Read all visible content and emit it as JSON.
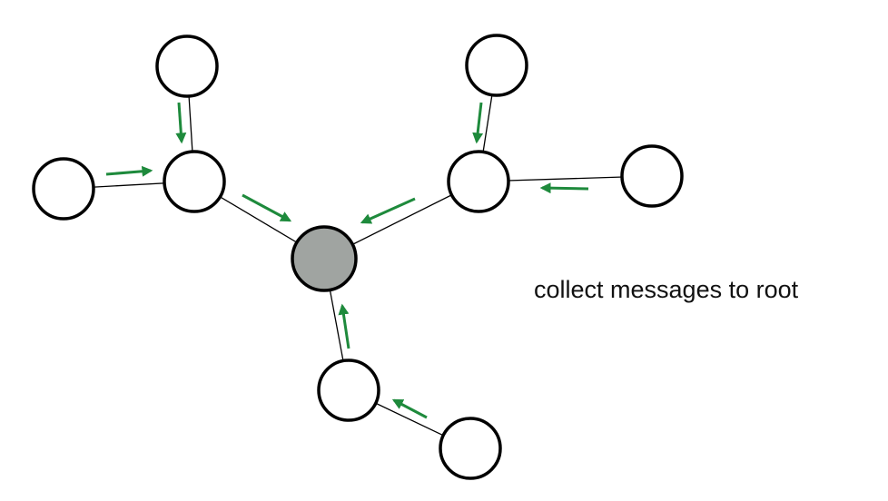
{
  "caption": "collect messages to root",
  "colors": {
    "arrow": "#1e8a3c",
    "root_fill": "#a0a4a1",
    "node_fill": "#ffffff",
    "stroke": "#000000"
  },
  "nodes": [
    {
      "id": "root",
      "root": true
    },
    {
      "id": "mid-left"
    },
    {
      "id": "top-left"
    },
    {
      "id": "left"
    },
    {
      "id": "mid-right"
    },
    {
      "id": "top-right"
    },
    {
      "id": "right"
    },
    {
      "id": "lower"
    },
    {
      "id": "lower-right"
    }
  ],
  "edges": [
    {
      "from": "top-left",
      "to": "mid-left"
    },
    {
      "from": "left",
      "to": "mid-left"
    },
    {
      "from": "mid-left",
      "to": "root"
    },
    {
      "from": "top-right",
      "to": "mid-right"
    },
    {
      "from": "right",
      "to": "mid-right"
    },
    {
      "from": "mid-right",
      "to": "root"
    },
    {
      "from": "lower",
      "to": "root"
    },
    {
      "from": "lower-right",
      "to": "lower"
    }
  ]
}
